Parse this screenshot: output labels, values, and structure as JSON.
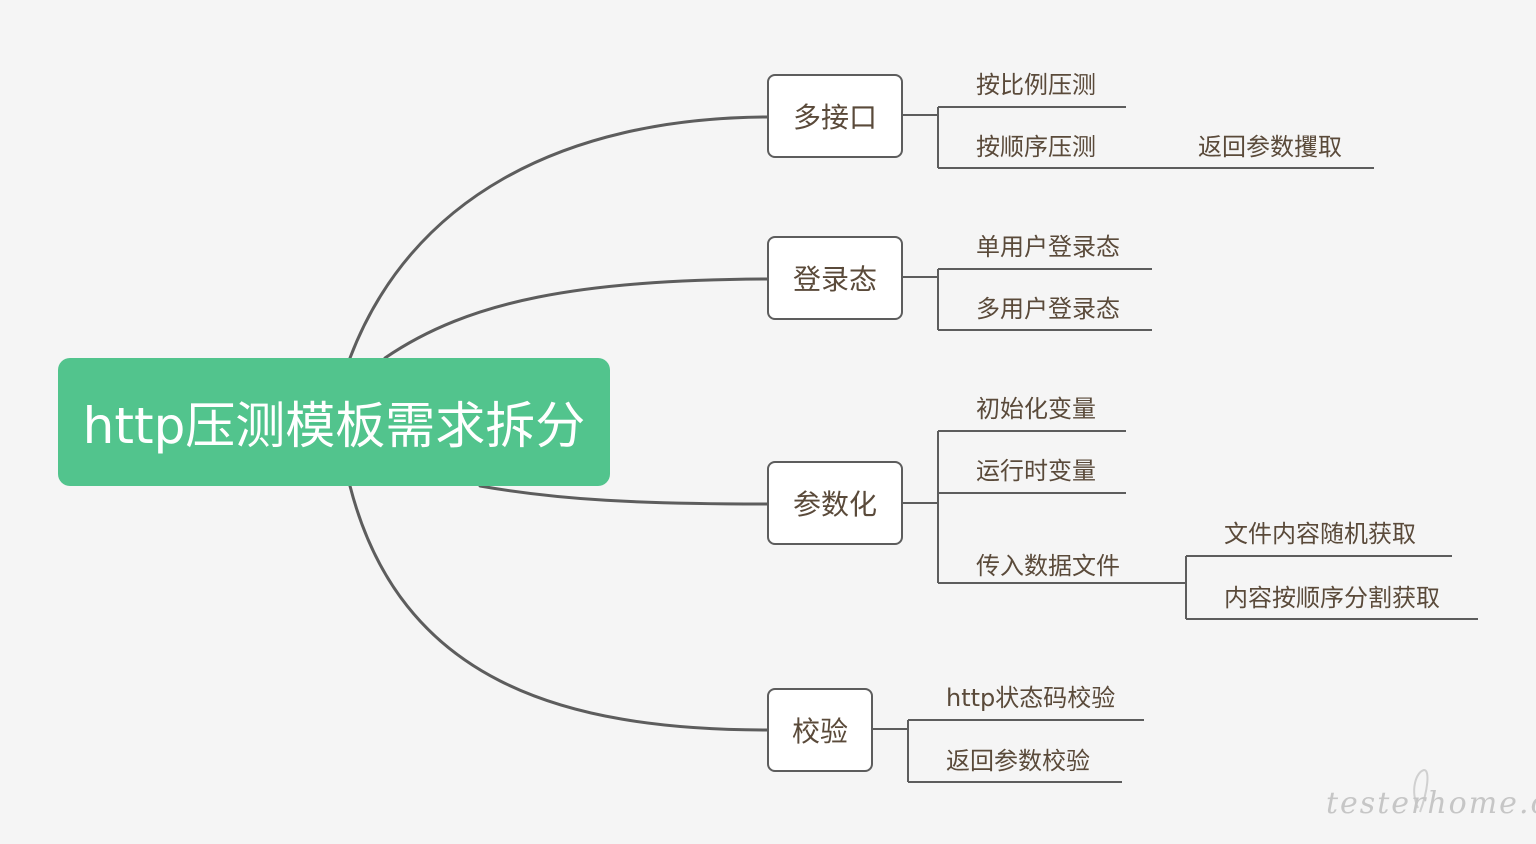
{
  "root": {
    "label": "http压测模板需求拆分"
  },
  "branches": [
    {
      "label": "多接口",
      "children": [
        {
          "label": "按比例压测"
        },
        {
          "label": "按顺序压测",
          "children": [
            {
              "label": "返回参数攫取"
            }
          ]
        }
      ]
    },
    {
      "label": "登录态",
      "children": [
        {
          "label": "单用户登录态"
        },
        {
          "label": "多用户登录态"
        }
      ]
    },
    {
      "label": "参数化",
      "children": [
        {
          "label": "初始化变量"
        },
        {
          "label": "运行时变量"
        },
        {
          "label": "传入数据文件",
          "children": [
            {
              "label": "文件内容随机获取"
            },
            {
              "label": "内容按顺序分割获取"
            }
          ]
        }
      ]
    },
    {
      "label": "校验",
      "children": [
        {
          "label": "http状态码校验"
        },
        {
          "label": "返回参数校验"
        }
      ]
    }
  ],
  "watermark": "testerhome.com",
  "colors": {
    "root_fill": "#52c48d",
    "line": "#5d5d5d",
    "background": "#f5f5f5",
    "text": "#5a4a3a"
  }
}
